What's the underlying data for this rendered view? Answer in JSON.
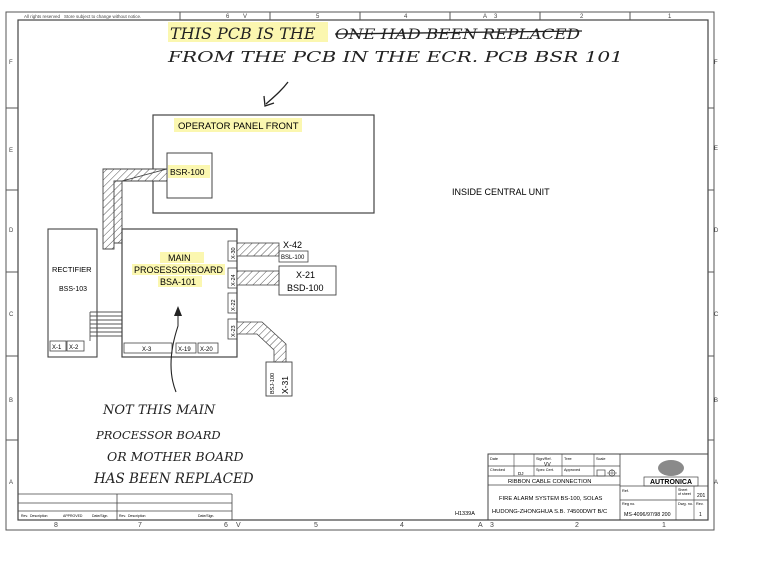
{
  "header": {
    "rights": "All rights reserved",
    "notice": "Store subject to change without notice."
  },
  "frame": {
    "top_cols": [
      "6",
      "V",
      "5",
      "4",
      "A",
      "3",
      "2",
      "1"
    ],
    "bottom_cols": [
      "8",
      "7",
      "6",
      "V",
      "5",
      "4",
      "A",
      "3",
      "2",
      "1"
    ],
    "rows": [
      "F",
      "E",
      "D",
      "C",
      "B",
      "A"
    ]
  },
  "annotations": {
    "top_line1_a": "THIS PCB IS THE",
    "top_line1_struck": "ONE HAD BEEN REPLACED",
    "top_line2": "FROM THE PCB IN THE ECR. PCB BSR 101",
    "bottom": [
      "NOT THIS MAIN",
      "PROCESSOR BOARD",
      "OR MOTHER BOARD",
      "HAS BEEN REPLACED"
    ]
  },
  "labels": {
    "operator_panel": "OPERATOR PANEL FRONT",
    "bsr": "BSR-100",
    "inside_unit": "INSIDE CENTRAL UNIT",
    "rectifier": "RECTIFIER",
    "bss": "BSS-103",
    "rect_x1": "X-1",
    "rect_x2": "X-2",
    "main": "MAIN",
    "prosessor": "PROSESSORBOARD",
    "bsa": "BSA-101",
    "main_x3": "X-3",
    "main_x19": "X-19",
    "main_x20": "X-20",
    "conn_x30": "X-30",
    "conn_x24": "X-24",
    "conn_x22": "X-22",
    "conn_x23": "X-23",
    "x42": "X-42",
    "bsl": "BSL-100",
    "x21": "X-21",
    "bsd": "BSD-100",
    "bsj": "BSJ-100",
    "x31": "X-31"
  },
  "title_block": {
    "date": "Date",
    "sign": "Sign/Ref.",
    "tree": "Tree",
    "scale": "Scale",
    "checked": "Checked",
    "spec": "Spec Cert.",
    "approved": "Approved",
    "sign_val": "VV",
    "dj": "DJ",
    "ribbon": "RIBBON CABLE CONNECTION",
    "system": "FIRE ALARM SYSTEM BS-100, SOLAS",
    "vessel": "HUDONG-ZHONGHUA S.B. 74500DWT B/C",
    "h": "H1339A",
    "brand": "AUTRONICA",
    "ref": "Ref.",
    "sheet": "Sheet",
    "of_sheet": "of sheet",
    "sheet_val": "201",
    "reg": "Reg no.",
    "dwg": "Dwg. no.",
    "rev": "Rev.",
    "code": "MS-4096/97/98 200",
    "rev_val": "1"
  },
  "rev_table": {
    "rev": "Rev.",
    "description": "Description",
    "approved": "APPROVED",
    "date_sign": "Date/Sign.",
    "rev2": "Rev.",
    "description2": "Description",
    "date_sign2": "Date/Sign."
  }
}
